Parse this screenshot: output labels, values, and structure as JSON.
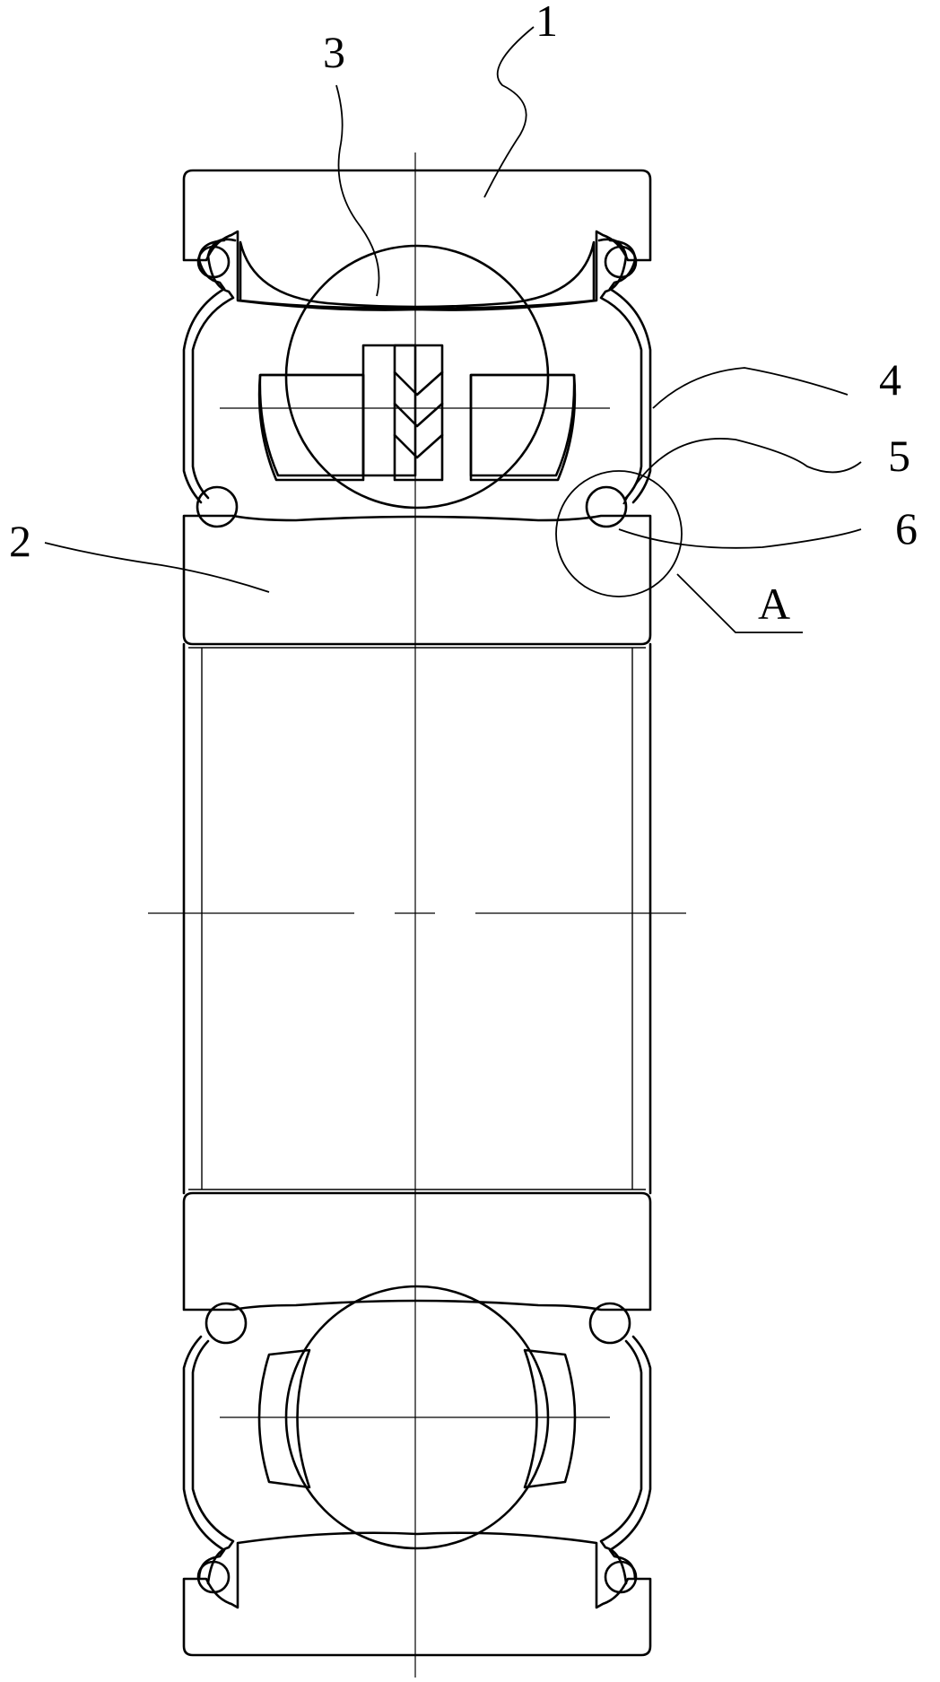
{
  "callouts": {
    "label_1": "1",
    "label_2": "2",
    "label_3": "3",
    "label_4": "4",
    "label_5": "5",
    "label_6": "6",
    "label_a": "A"
  },
  "colors": {
    "line": "#000000",
    "background": "#ffffff"
  }
}
